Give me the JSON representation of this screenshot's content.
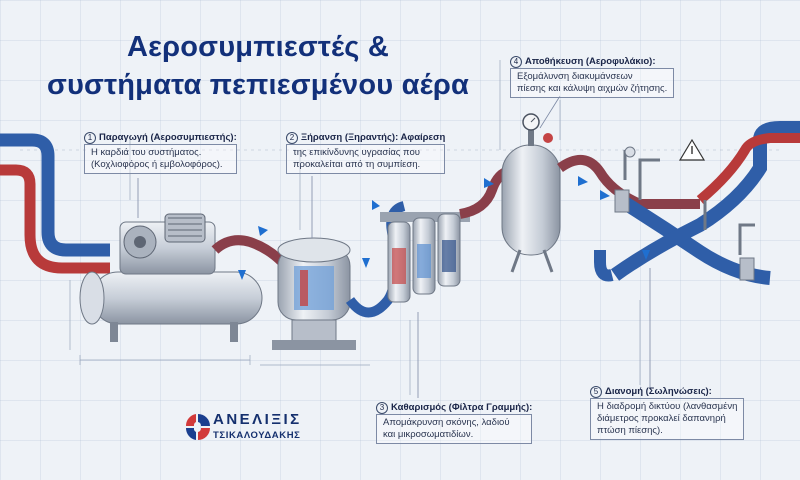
{
  "title": {
    "line1": "Αεροσυμπιεστές &",
    "line2": "συστήματα πεπιεσμένου αέρα"
  },
  "callouts": [
    {
      "number": "1",
      "heading": "Παραγωγή (Αεροσυμπιεστής):",
      "line1": "Η καρδιά του συστήματος.",
      "line2": "(Κοχλιοφόρος ή εμβολοφόρος).",
      "line3": ""
    },
    {
      "number": "2",
      "heading": "Ξήρανση (Ξηραντής): Αφαίρεση",
      "line1": "της επικίνδυνης υγρασίας που",
      "line2": "προκαλείται από τη συμπίεση.",
      "line3": ""
    },
    {
      "number": "3",
      "heading": "Καθαρισμός (Φίλτρα Γραμμής):",
      "line1": "Απομάκρυνση σκόνης, λαδιού",
      "line2": "και μικροσωματιδίων.",
      "line3": ""
    },
    {
      "number": "4",
      "heading": "Αποθήκευση (Αεροφυλάκιο):",
      "line1": "Εξομάλυνση διακυμάνσεων",
      "line2": "πίεσης και κάλυψη αιχμών ζήτησης.",
      "line3": ""
    },
    {
      "number": "5",
      "heading": "Διανομή (Σωληνώσεις):",
      "line1": "Η διαδρομή δικτύου (λανθασμένη",
      "line2": "διάμετρος προκαλεί δαπανηρή",
      "line3": "πτώση πίεσης)."
    }
  ],
  "logo": {
    "brand": "ΑΝΕΛΙΞΙΣ",
    "sub": "ΤΣΙΚΑΛΟΥΔΑΚΗΣ"
  },
  "colors": {
    "title": "#12307a",
    "pipe_red": "#b83a3a",
    "pipe_blue": "#2f5ea8",
    "metal": "#c9cfd8",
    "accent_blue": "#1f6fd0"
  }
}
